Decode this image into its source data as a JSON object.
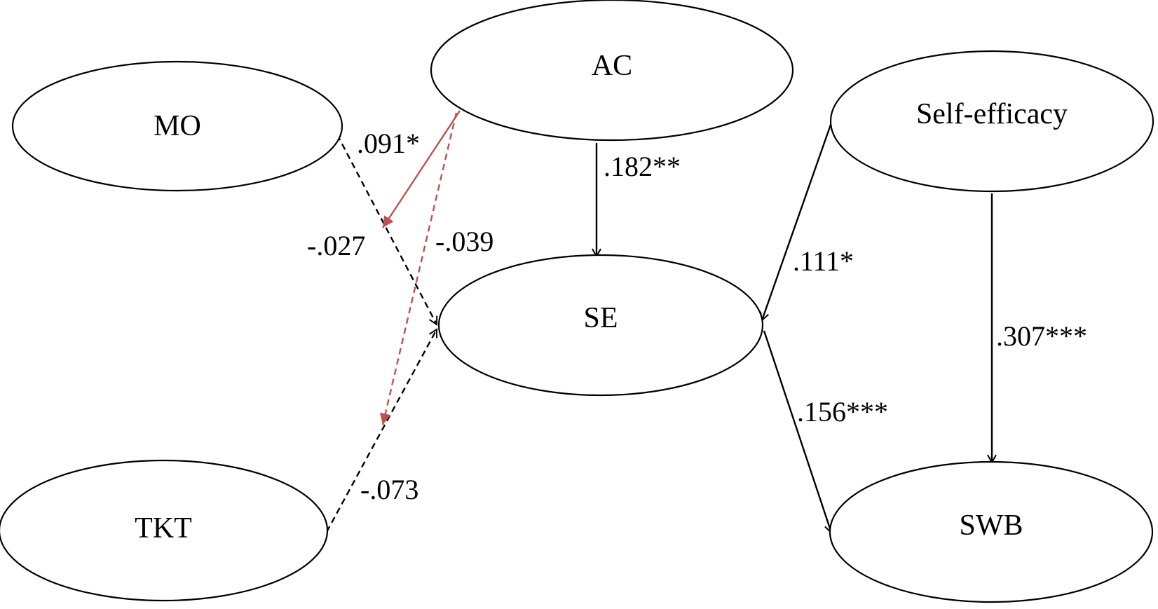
{
  "colors": {
    "solid_path": "#000000",
    "dashed_path": "#000000",
    "moderator_significant": "#c0504d",
    "moderator_nonsignificant": "#c0504d"
  },
  "nodes": {
    "mo": {
      "label": "MO"
    },
    "ac": {
      "label": "AC"
    },
    "self_efficacy": {
      "label": "Self-efficacy"
    },
    "se": {
      "label": "SE"
    },
    "tkt": {
      "label": "TKT"
    },
    "swb": {
      "label": "SWB"
    }
  },
  "paths": {
    "ac_to_se": {
      "coefficient": ".182**",
      "style": "solid"
    },
    "mo_to_se": {
      "coefficient": "-.027",
      "style": "dashed"
    },
    "ac_moderates_mo_se": {
      "coefficient": ".091*",
      "style": "solid"
    },
    "ac_moderates_tkt_se": {
      "coefficient": "-.039",
      "style": "dashed"
    },
    "tkt_to_se": {
      "coefficient": "-.073",
      "style": "dashed"
    },
    "self_efficacy_to_se": {
      "coefficient": ".111*",
      "style": "solid"
    },
    "self_efficacy_to_swb": {
      "coefficient": ".307***",
      "style": "solid"
    },
    "se_to_swb": {
      "coefficient": ".156***",
      "style": "solid"
    }
  }
}
